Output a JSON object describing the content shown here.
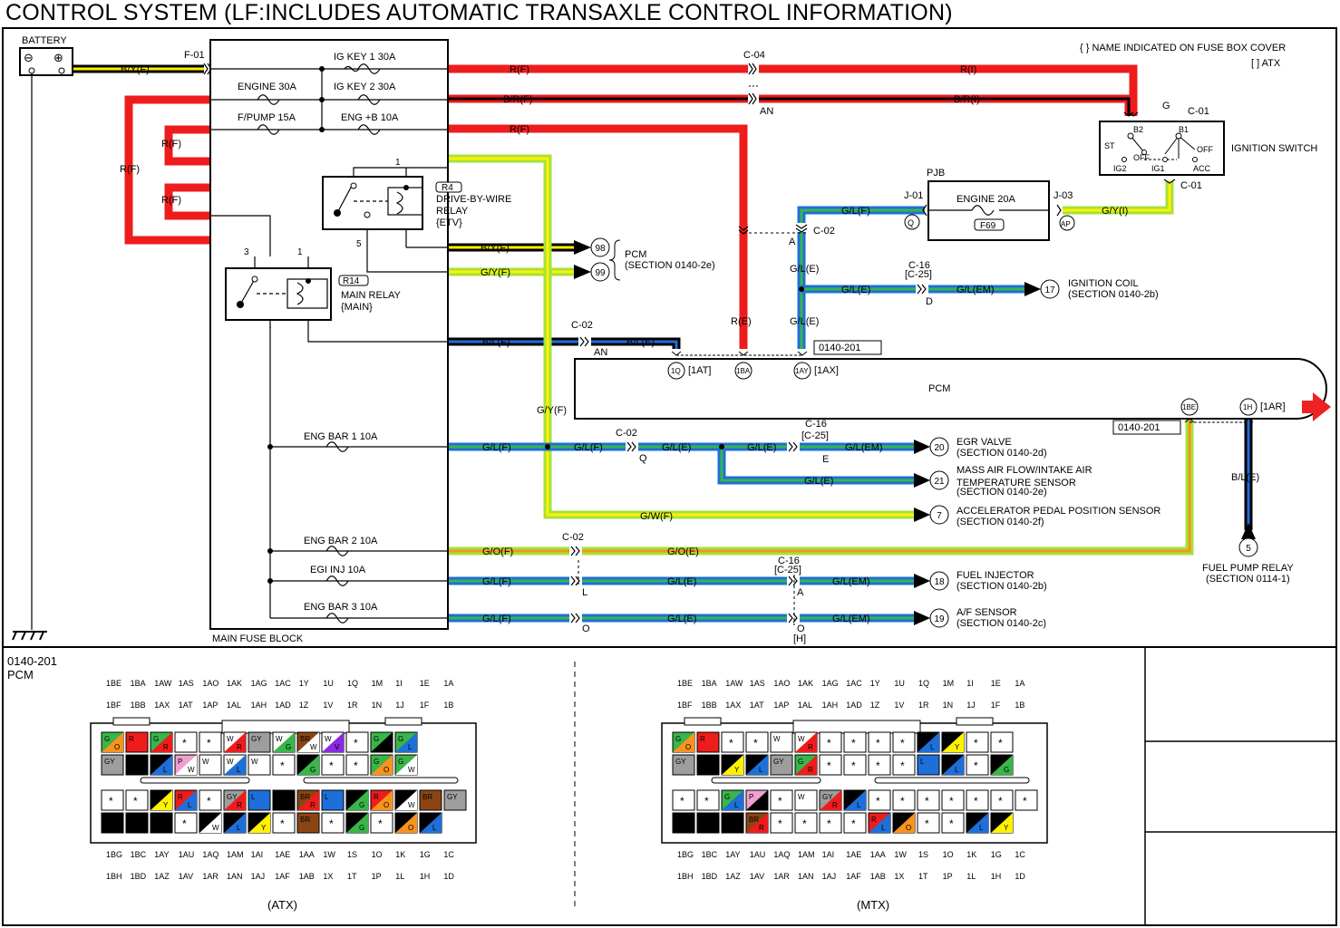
{
  "page_title": "CONTROL SYSTEM (LF:INCLUDES AUTOMATIC TRANSAXLE CONTROL INFORMATION)",
  "notes": {
    "fuse_name_note": "{ } NAME INDICATED ON FUSE BOX COVER",
    "atx_note": "[ ] ATX"
  },
  "battery": {
    "label": "BATTERY",
    "minus": "⊖",
    "plus": "⊕"
  },
  "main_fuse_block": {
    "label": "MAIN FUSE BLOCK",
    "fuses": {
      "ig_key1": "IG KEY 1 30A",
      "engine": "ENGINE 30A",
      "ig_key2": "IG KEY 2 30A",
      "fpump": "F/PUMP 15A",
      "eng_b": "ENG +B 10A",
      "eng_bar1": "ENG BAR 1 10A",
      "eng_bar2": "ENG BAR 2 10A",
      "egi_inj": "EGI INJ 10A",
      "eng_bar3": "ENG BAR 3 10A"
    },
    "dbw_relay": {
      "tag": "R4",
      "line1": "DRIVE-BY-WIRE",
      "line2": "RELAY",
      "line3": "{ETV}",
      "pin_top": "1",
      "pin_bottom": "5"
    },
    "main_relay": {
      "tag": "R14",
      "line1": "MAIN RELAY",
      "line2": "{MAIN}",
      "pin3": "3",
      "pin1": "1"
    }
  },
  "ignition_switch": {
    "label": "IGNITION SWITCH",
    "terminals": {
      "b2": "B2",
      "b1": "B1",
      "st": "ST",
      "off1": "OFF",
      "off2": "OFF",
      "ig2": "IG2",
      "ig1": "IG1",
      "acc": "ACC"
    }
  },
  "pjb": {
    "label": "PJB",
    "fuse": "ENGINE 20A",
    "fuse_tag": "F69",
    "j01": "J-01",
    "j03": "J-03",
    "pin_q": "Q",
    "pin_ap": "AP"
  },
  "connectors": {
    "f01": "F-01",
    "c04": "C-04",
    "an_top": "AN",
    "g": "G",
    "c01_top": "C-01",
    "c01_bottom": "C-01",
    "c02_a": "C-02",
    "a_pin": "A",
    "c16_top": "C-16",
    "c25_top": "[C-25]",
    "d_pin": "D",
    "c02_b": "C-02",
    "an_mid": "AN",
    "c02_c": "C-02",
    "q_pin": "Q",
    "c16_mid": "C-16",
    "c25_mid": "[C-25]",
    "e_pin": "E",
    "c02_d": "C-02",
    "l_pin": "L",
    "o_pin": "O",
    "c16_bot": "C-16",
    "c25_bot": "[C-25]",
    "a_pin2": "A",
    "o_pin2": "O",
    "h_pin": "[H]"
  },
  "wires": {
    "byf": "B/Y(F)",
    "rf1": "R(F)",
    "ri": "R(I)",
    "brf": "B/R(F)",
    "bri": "B/R(I)",
    "rf2": "R(F)",
    "rf_a": "R(F)",
    "rf_b": "R(F)",
    "rf_c": "R(F)",
    "glf_pjb": "G/L(F)",
    "gyi": "G/Y(I)",
    "gle_1": "G/L(E)",
    "gle_2": "G/L(E)",
    "glem_1": "G/L(EM)",
    "gle_3": "G/L(E)",
    "re": "R(E)",
    "byf_pcm": "B/Y(F)",
    "gyf_pcm": "G/Y(F)",
    "blf": "B/L(F)",
    "ble": "B/L(E)",
    "gyf_vert": "G/Y(F)",
    "glf_bar1": "G/L(F)",
    "glf_c02": "G/L(F)",
    "gle_c02": "G/L(E)",
    "gle_c16": "G/L(E)",
    "glem_egr": "G/L(EM)",
    "gle_maf": "G/L(E)",
    "gwf": "G/W(F)",
    "gof": "G/O(F)",
    "goe": "G/O(E)",
    "glf_inj": "G/L(F)",
    "gle_inj": "G/L(E)",
    "glem_inj": "G/L(EM)",
    "glf_af": "G/L(F)",
    "gle_af": "G/L(E)",
    "glem_af": "G/L(EM)",
    "ble_fp": "B/L(E)"
  },
  "pcm": {
    "label": "PCM",
    "ref1": "0140-201",
    "ref2": "0140-201",
    "pin_1q": "1Q",
    "pin_1at": "[1AT]",
    "pin_1ba": "1BA",
    "pin_1ay": "1AY",
    "pin_1ax": "[1AX]",
    "pin_1be": "1BE",
    "pin_1h": "1H",
    "pin_1ar": "[1AR]"
  },
  "destinations": {
    "d98": "98",
    "d99": "99",
    "pcm_label": "PCM",
    "pcm_section": "(SECTION 0140-2e)",
    "d17": "17",
    "ign_coil": "IGNITION COIL",
    "ign_coil_sec": "(SECTION 0140-2b)",
    "d20": "20",
    "egr": "EGR VALVE",
    "egr_sec": "(SECTION 0140-2d)",
    "d21": "21",
    "maf1": "MASS AIR FLOW/INTAKE AIR",
    "maf2": "TEMPERATURE SENSOR",
    "maf_sec": "(SECTION 0140-2e)",
    "d7": "7",
    "apps": "ACCELERATOR PEDAL POSITION SENSOR",
    "apps_sec": "(SECTION 0140-2f)",
    "d5": "5",
    "fp_relay": "FUEL PUMP RELAY",
    "fp_sec": "(SECTION 0114-1)",
    "d18": "18",
    "injector": "FUEL INJECTOR",
    "injector_sec": "(SECTION 0140-2b)",
    "d19": "19",
    "af": "A/F SENSOR",
    "af_sec": "(SECTION 0140-2c)"
  },
  "connector_view": {
    "code": "0140-201",
    "name": "PCM",
    "top_row1": [
      "1BE",
      "1BA",
      "1AW",
      "1AS",
      "1AO",
      "1AK",
      "1AG",
      "1AC",
      "1Y",
      "1U",
      "1Q",
      "1M",
      "1I",
      "1E",
      "1A"
    ],
    "top_row2": [
      "1BF",
      "1BB",
      "1AX",
      "1AT",
      "1AP",
      "1AL",
      "1AH",
      "1AD",
      "1Z",
      "1V",
      "1R",
      "1N",
      "1J",
      "1F",
      "1B"
    ],
    "bot_row1": [
      "1BG",
      "1BC",
      "1AY",
      "1AU",
      "1AQ",
      "1AM",
      "1AI",
      "1AE",
      "1AA",
      "1W",
      "1S",
      "1O",
      "1K",
      "1G",
      "1C"
    ],
    "bot_row2": [
      "1BH",
      "1BD",
      "1AZ",
      "1AV",
      "1AR",
      "1AN",
      "1AJ",
      "1AF",
      "1AB",
      "1X",
      "1T",
      "1P",
      "1L",
      "1H",
      "1D"
    ],
    "atx_label": "(ATX)",
    "mtx_label": "(MTX)",
    "atx_rows": [
      [
        "GO",
        "R",
        "GR",
        "*",
        "*",
        "WR",
        "GY",
        "WG",
        "BRW",
        "WV",
        "*",
        "GB",
        "GL"
      ],
      [
        "GY",
        "B",
        "BL",
        "PW",
        "W",
        "WL",
        "W",
        "*",
        "BG",
        "*",
        "*",
        "GO",
        "GW"
      ],
      [
        "*",
        "*",
        "BY",
        "RL",
        "*",
        "GYR",
        "L",
        "B",
        "BRR",
        "L",
        "BG",
        "RO",
        "BW",
        "BR",
        "GY"
      ],
      [
        "B",
        "B",
        "B",
        "*",
        "BW",
        "BL",
        "BY",
        "*",
        "BR",
        "*",
        "BG",
        "*",
        "BO",
        "BL"
      ]
    ],
    "mtx_rows": [
      [
        "GO",
        "R",
        "*",
        "*",
        "W",
        "WR",
        "*",
        "*",
        "*",
        "*",
        "BL",
        "BY",
        "*",
        "*"
      ],
      [
        "GY",
        "B",
        "BY",
        "BL",
        "GY",
        "GR",
        "*",
        "*",
        "*",
        "*",
        "L",
        "BL",
        "*",
        "BG"
      ],
      [
        "*",
        "*",
        "GL",
        "PB",
        "*",
        "W",
        "GYR",
        "BL",
        "*",
        "*",
        "*",
        "*",
        "*",
        "*",
        "*"
      ],
      [
        "B",
        "B",
        "B",
        "BRR",
        "*",
        "*",
        "*",
        "*",
        "RL",
        "BO",
        "*",
        "*",
        "BL",
        "BY"
      ]
    ]
  },
  "colors": {
    "red": "#ee1c1c",
    "black": "#000000",
    "yellow": "#fff200",
    "green": "#39b54a",
    "yellow_green": "#a6e23a",
    "blue": "#1e6fd9",
    "orange": "#f7931e",
    "arrow_red": "#ee2222",
    "gray": "#9e9e9e",
    "pink": "#f0a0d0",
    "violet": "#8a2be2",
    "white": "#ffffff"
  }
}
